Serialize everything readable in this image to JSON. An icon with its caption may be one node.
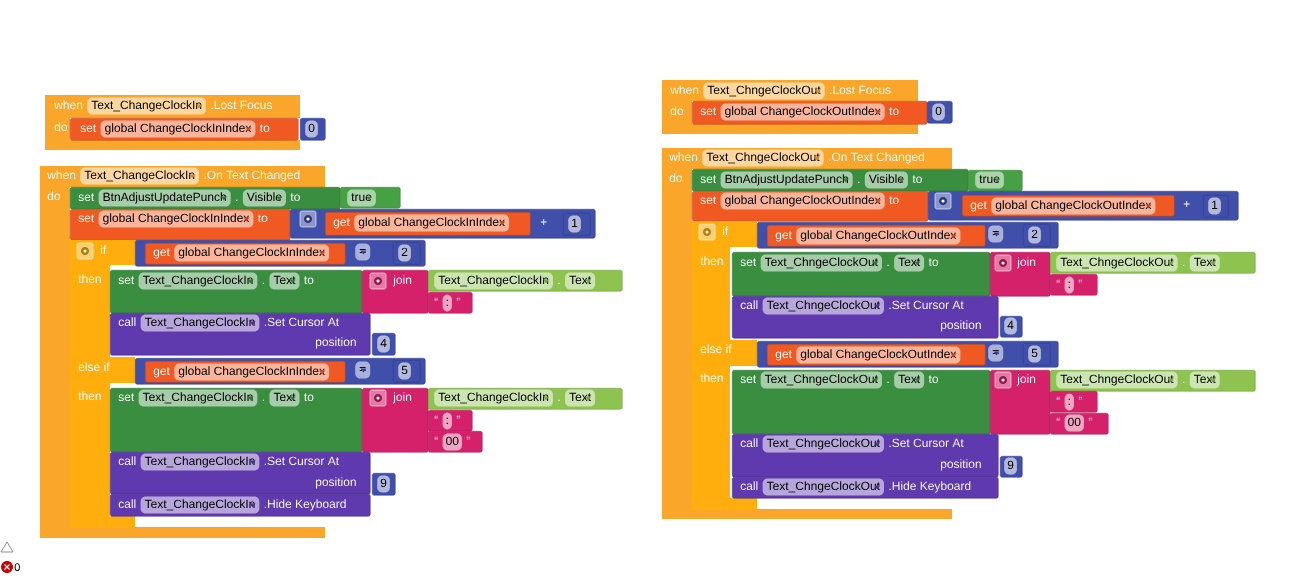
{
  "diagram": {
    "nodes": [
      {
        "text": [
          "when",
          "Text_ChangeClockIn",
          ".Lost Focus",
          "do"
        ]
      },
      {
        "text": [
          "set",
          "global ChangeClockInIndex",
          "to"
        ],
        "in": 0
      },
      {
        "text": [
          "0"
        ]
      },
      {
        "text": [
          "when",
          "Text_ChangeClockIn",
          ".On Text Changed",
          "do"
        ]
      },
      {
        "text": [
          "set",
          "BtnAdjustUpdatePunch",
          ".",
          "Visible",
          "to"
        ],
        "in": 3
      },
      {
        "text": [
          "true"
        ]
      },
      {
        "text": [
          "set",
          "global ChangeClockInIndex",
          "to"
        ],
        "in": 3
      },
      {
        "text": [
          "+"
        ]
      },
      {
        "text": [
          "get",
          "global ChangeClockInIndex"
        ],
        "in": 7
      },
      {
        "text": [
          "1"
        ],
        "in": 7
      },
      {
        "text": [
          "if",
          "then",
          "else if",
          "then"
        ],
        "in": 3
      },
      {
        "text": [
          "="
        ]
      },
      {
        "text": [
          "get",
          "global ChangeClockInIndex"
        ],
        "in": 11
      },
      {
        "text": [
          "2"
        ],
        "in": 11
      },
      {
        "text": [
          "set",
          "Text_ChangeClockIn",
          ".",
          "Text",
          "to"
        ]
      },
      {
        "text": [
          "join"
        ]
      },
      {
        "text": [
          "Text_ChangeClockIn",
          ".",
          "Text"
        ]
      },
      {
        "text": [
          "“",
          ":",
          "”"
        ]
      },
      {
        "text": [
          "call",
          "Text_ChangeClockIn",
          ".Set Cursor At",
          "position"
        ]
      },
      {
        "text": [
          "4"
        ]
      },
      {
        "text": [
          "="
        ]
      },
      {
        "text": [
          "get",
          "global ChangeClockInIndex"
        ],
        "in": 20
      },
      {
        "text": [
          "5"
        ],
        "in": 20
      },
      {
        "text": [
          "set",
          "Text_ChangeClockIn",
          ".",
          "Text",
          "to"
        ]
      },
      {
        "text": [
          "join"
        ]
      },
      {
        "text": [
          "Text_ChangeClockIn",
          ".",
          "Text"
        ]
      },
      {
        "text": [
          "“",
          ":",
          "”"
        ]
      },
      {
        "text": [
          "“",
          "00",
          "”"
        ]
      },
      {
        "text": [
          "call",
          "Text_ChangeClockIn",
          ".Set Cursor At",
          "position"
        ]
      },
      {
        "text": [
          "9"
        ]
      },
      {
        "text": [
          "call",
          "Text_ChangeClockIn",
          ".Hide Keyboard"
        ]
      },
      {
        "text": [
          "when",
          "Text_ChngeClockOut",
          ".Lost Focus",
          "do"
        ]
      },
      {
        "text": [
          "set",
          "global ChangeClockOutIndex",
          "to"
        ],
        "in": 31
      },
      {
        "text": [
          "0"
        ]
      },
      {
        "text": [
          "when",
          "Text_ChngeClockOut",
          ".On Text Changed",
          "do"
        ]
      },
      {
        "text": [
          "set",
          "BtnAdjustUpdatePunch",
          ".",
          "Visible",
          "to"
        ]
      },
      {
        "text": [
          "true"
        ]
      },
      {
        "text": [
          "set",
          "global ChangeClockOutIndex",
          "to"
        ],
        "in": 34
      },
      {
        "text": [
          "+"
        ]
      },
      {
        "text": [
          "get",
          "global ChangeClockOutIndex"
        ],
        "in": 38
      },
      {
        "text": [
          "1"
        ],
        "in": 38
      },
      {
        "text": [
          "if",
          "then",
          "else if",
          "then"
        ],
        "in": 34
      },
      {
        "text": [
          "="
        ]
      },
      {
        "text": [
          "get",
          "global ChangeClockOutIndex"
        ],
        "in": 42
      },
      {
        "text": [
          "2"
        ],
        "in": 42
      },
      {
        "text": [
          "set",
          "Text_ChngeClockOut",
          ".",
          "Text",
          "to"
        ]
      },
      {
        "text": [
          "join"
        ]
      },
      {
        "text": [
          "Text_ChngeClockOut",
          ".",
          "Text"
        ]
      },
      {
        "text": [
          "“",
          ":",
          "”"
        ]
      },
      {
        "text": [
          "call",
          "Text_ChngeClockOut",
          ".Set Cursor At",
          "position"
        ]
      },
      {
        "text": [
          "4"
        ]
      },
      {
        "text": [
          "="
        ]
      },
      {
        "text": [
          "get",
          "global ChangeClockOutIndex"
        ],
        "in": 51
      },
      {
        "text": [
          "5"
        ],
        "in": 51
      },
      {
        "text": [
          "set",
          "Text_ChngeClockOut",
          ".",
          "Text",
          "to"
        ]
      },
      {
        "text": [
          "join"
        ]
      },
      {
        "text": [
          "Text_ChngeClockOut",
          ".",
          "Text"
        ]
      },
      {
        "text": [
          "“",
          ":",
          "”"
        ]
      },
      {
        "text": [
          "“",
          "00",
          "”"
        ]
      },
      {
        "text": [
          "call",
          "Text_ChngeClockOut",
          ".Set Cursor At",
          "position"
        ]
      },
      {
        "text": [
          "9"
        ]
      },
      {
        "text": [
          "call",
          "Text_ChngeClockOut",
          ".Hide Keyboard"
        ]
      }
    ],
    "labels": [
      "0"
    ]
  }
}
